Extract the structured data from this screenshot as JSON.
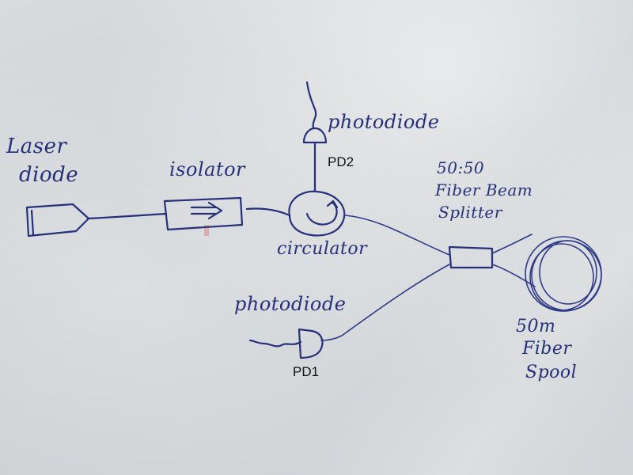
{
  "labels": {
    "laser_diode_line1": "Laser",
    "laser_diode_line2": "diode",
    "isolator": "isolator",
    "circulator": "circulator",
    "photodiode_top": "photodiode",
    "pd2": "PD2",
    "photodiode_bottom": "photodiode",
    "pd1": "PD1",
    "splitter_line1": "50:50",
    "splitter_line2": "Fiber Beam",
    "splitter_line3": "Splitter",
    "spool_line1": "50m",
    "spool_line2": "Fiber",
    "spool_line3": "Spool"
  },
  "colors": {
    "ink": "#26307a",
    "printed_text": "#111111",
    "whiteboard": "#d2d5d8"
  }
}
